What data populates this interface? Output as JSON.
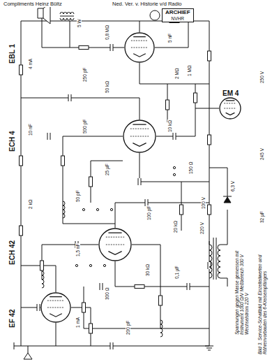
{
  "diagram": {
    "caption": "Bild 3. Service-Schaltbild mit Einzelteilwerten und Röhrenvorbauten des 6-Kreisempfängers",
    "nodes": [
      {
        "text": [
          "ARCHIEF",
          "NVHR"
        ]
      },
      {
        "text": [
          "EBL 1"
        ]
      },
      {
        "text": [
          "EM 4"
        ]
      },
      {
        "text": [
          "ECH 4"
        ]
      },
      {
        "text": [
          "ECH 42"
        ]
      },
      {
        "text": [
          "EF 42"
        ]
      }
    ],
    "labels": [
      "Compliments Heinz Bültz",
      "Ned. Ver. v. Historie v/d Radio",
      "Spannungen gegen Masse gemessen mit Instrument 1000 Ω/V Meßbereich 300 V Wechselstrom 220 V",
      "5 W",
      "0,8 MΩ",
      "5 nF",
      "250 pF",
      "2 MΩ",
      "50 kΩ",
      "1 MΩ",
      "500 pF",
      "10 kΩ",
      "25 µF",
      "150 Ω",
      "50 pF",
      "100 pF",
      "20 kΩ",
      "1,5 nF",
      "30 kΩ",
      "0,1 µF",
      "250 V",
      "245 V",
      "100 V",
      "6,3 V",
      "220 V",
      "32 µF",
      "300 Ω",
      "2 kΩ",
      "10 nF",
      "4 mA",
      "1 mA",
      "200 pF"
    ]
  }
}
